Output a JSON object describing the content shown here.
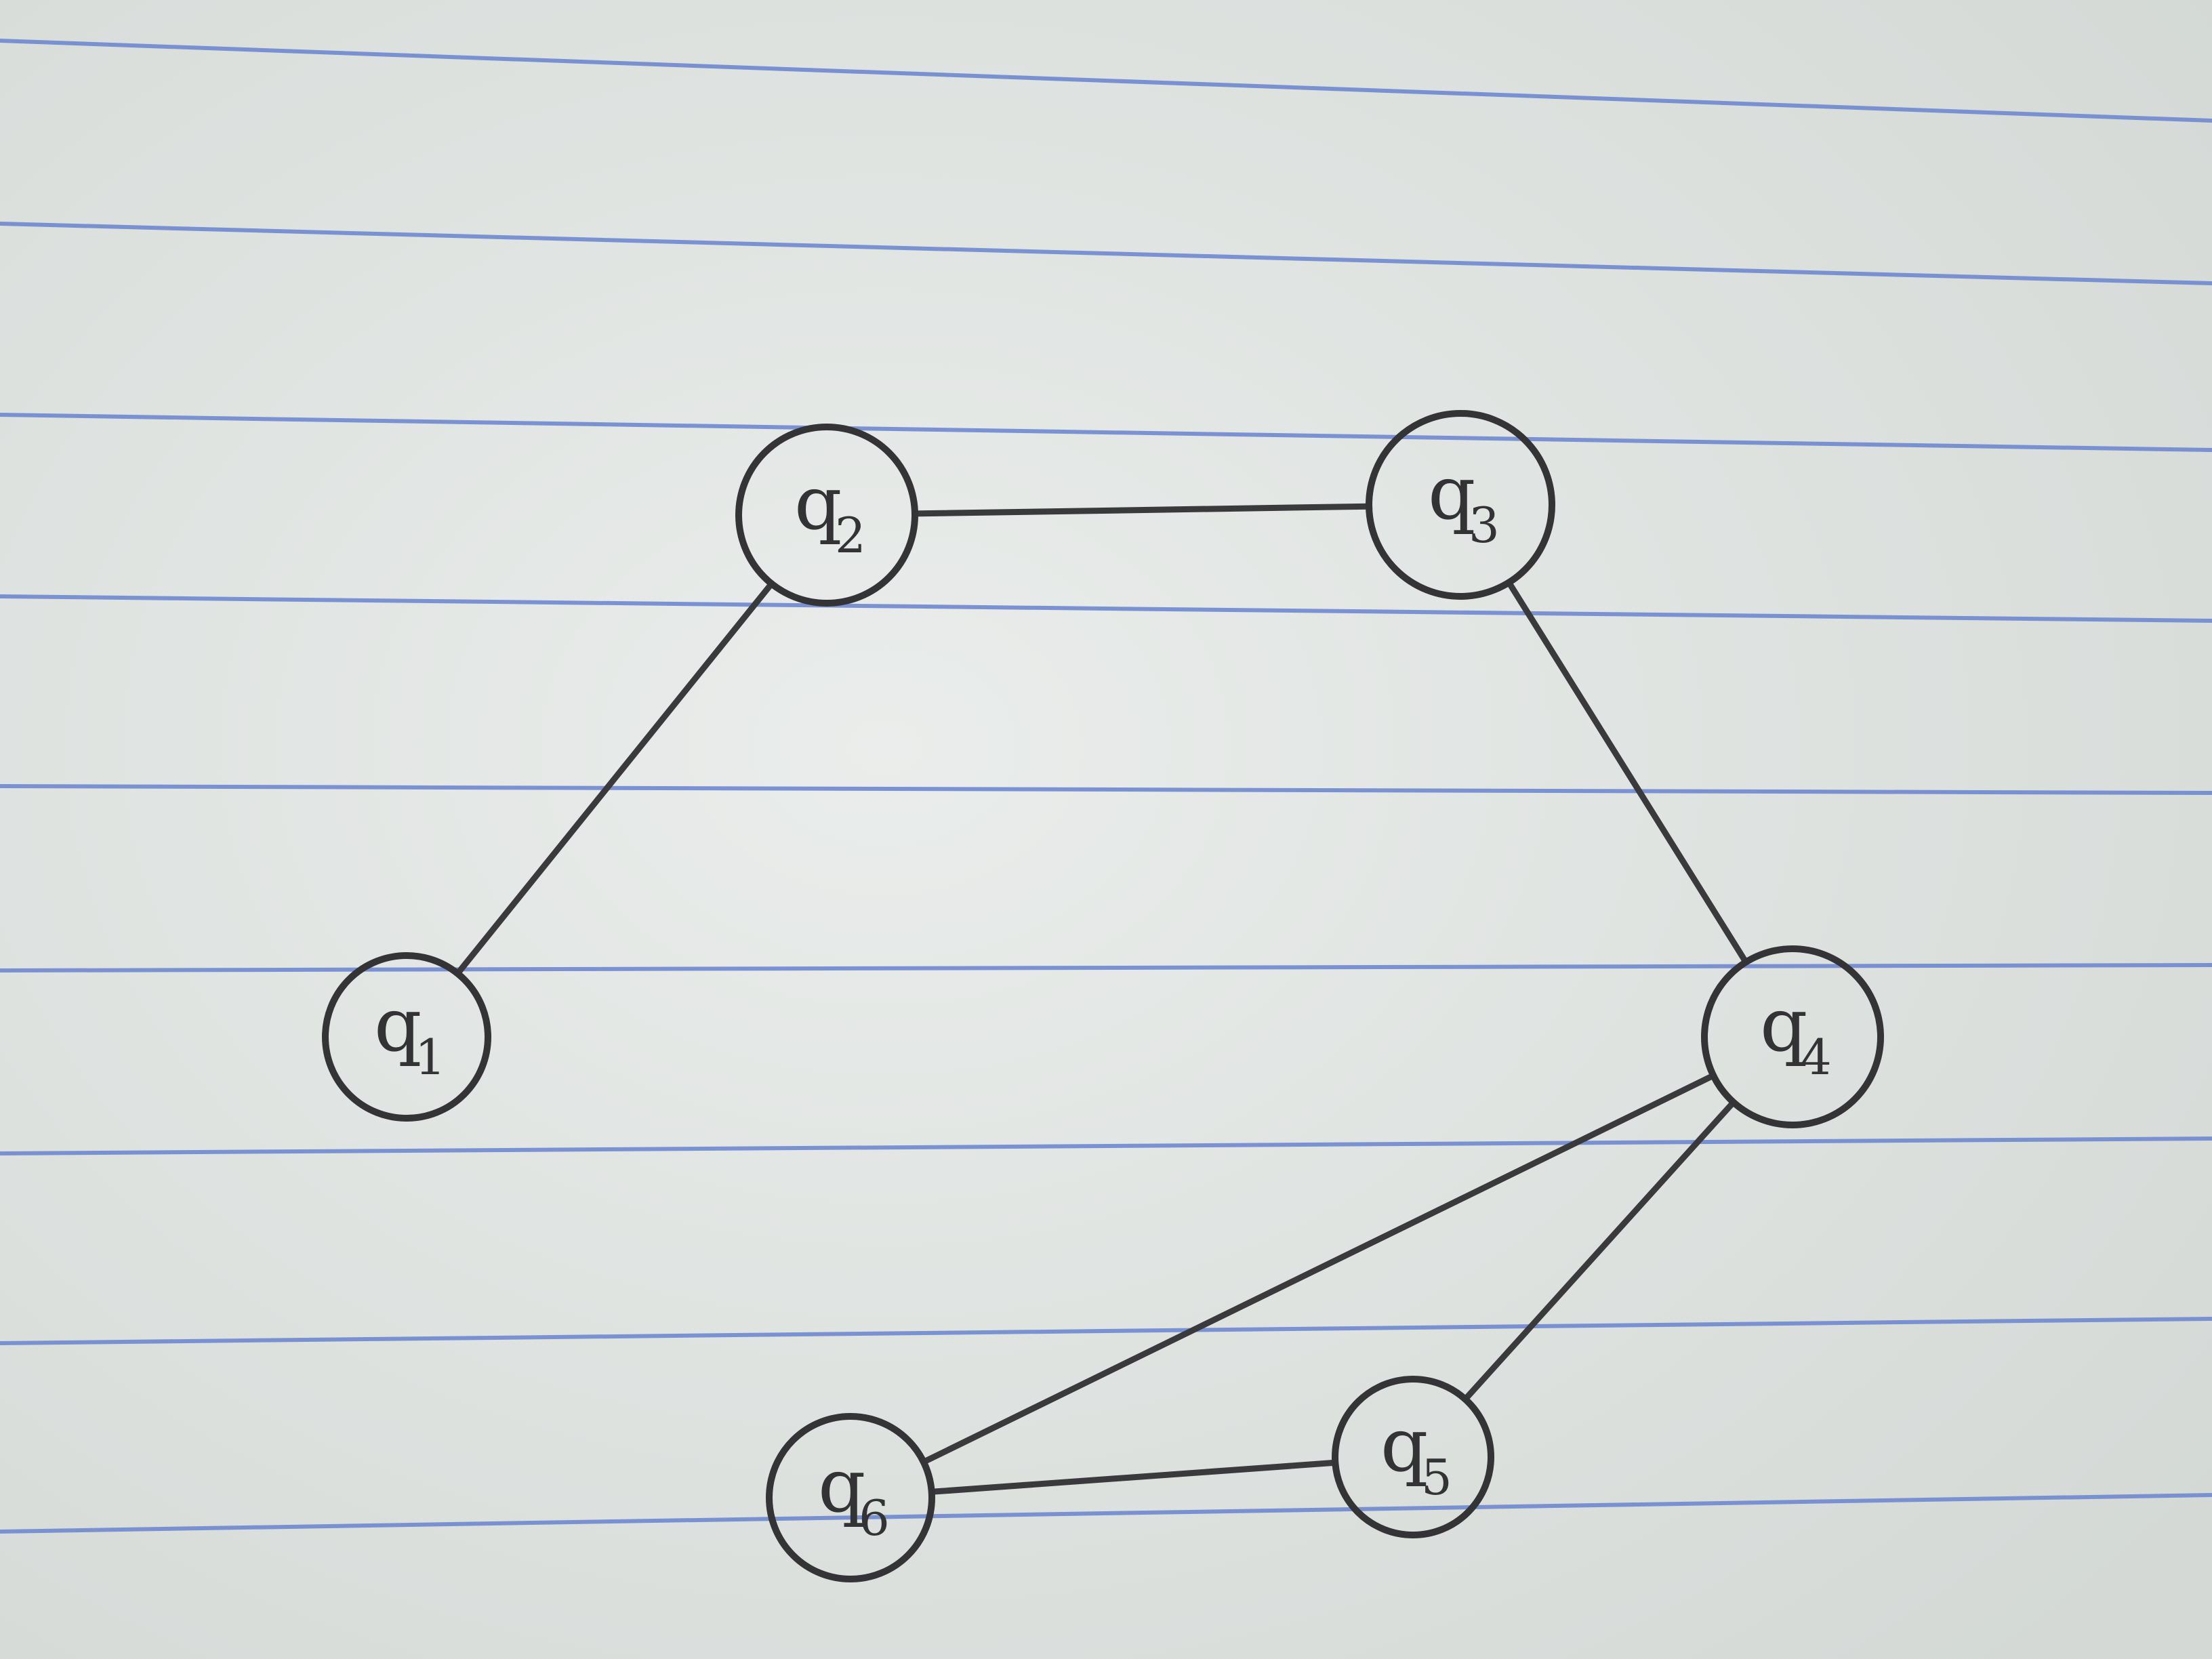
{
  "colors": {
    "paper": "#e6e9e7",
    "rule": "#6f88cf",
    "ink": "#343437"
  },
  "diagram": {
    "type": "undirected graph, hand-drawn on lined paper",
    "nodes": [
      {
        "id": "q1",
        "letter": "q",
        "subscript": "1"
      },
      {
        "id": "q2",
        "letter": "q",
        "subscript": "2"
      },
      {
        "id": "q3",
        "letter": "q",
        "subscript": "3"
      },
      {
        "id": "q4",
        "letter": "q",
        "subscript": "4"
      },
      {
        "id": "q5",
        "letter": "q",
        "subscript": "5"
      },
      {
        "id": "q6",
        "letter": "q",
        "subscript": "6"
      }
    ],
    "edges": [
      {
        "from": "q1",
        "to": "q2"
      },
      {
        "from": "q2",
        "to": "q3"
      },
      {
        "from": "q3",
        "to": "q4"
      },
      {
        "from": "q4",
        "to": "q5"
      },
      {
        "from": "q4",
        "to": "q6"
      },
      {
        "from": "q5",
        "to": "q6"
      }
    ]
  }
}
